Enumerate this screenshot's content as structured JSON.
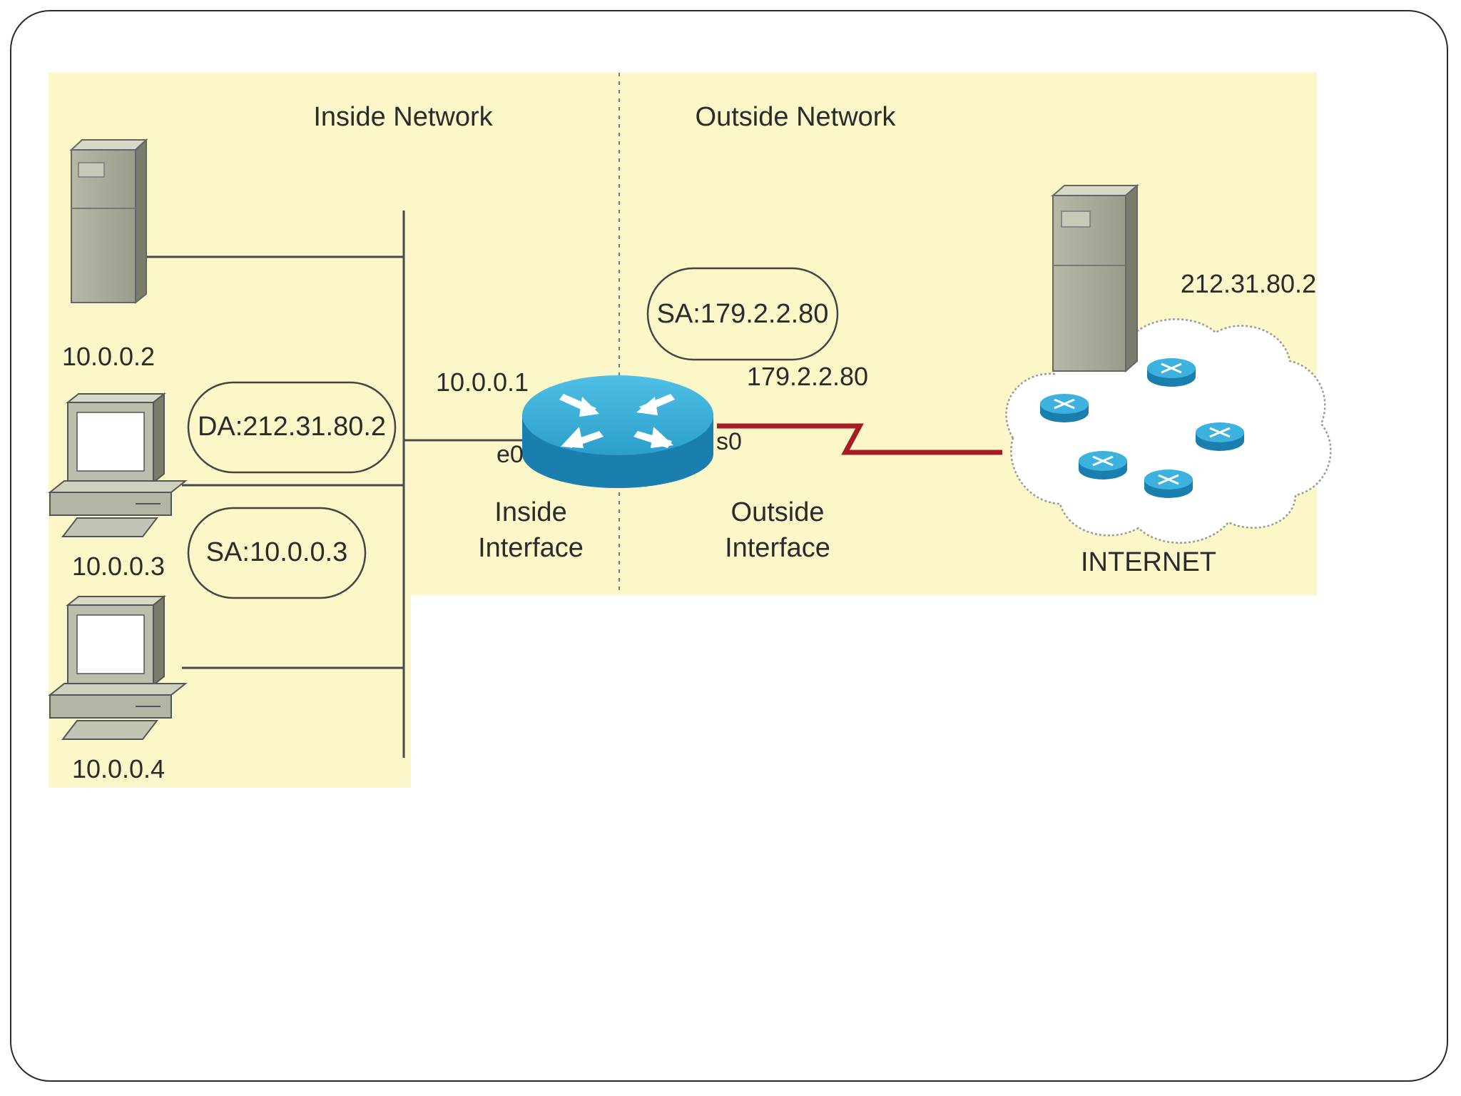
{
  "zones": {
    "inside_title": "Inside Network",
    "outside_title": "Outside Network"
  },
  "hosts": {
    "server_inside_ip": "10.0.0.2",
    "pc1_ip": "10.0.0.3",
    "pc2_ip": "10.0.0.4"
  },
  "router": {
    "inside_ip": "10.0.0.1",
    "outside_ip": "179.2.2.80",
    "inside_port": "e0",
    "outside_port": "s0",
    "inside_interface_line1": "Inside",
    "inside_interface_line2": "Interface",
    "outside_interface_line1": "Outside",
    "outside_interface_line2": "Interface"
  },
  "packets": {
    "destination": "DA:212.31.80.2",
    "source_inside": "SA:10.0.0.3",
    "source_outside": "SA:179.2.2.80"
  },
  "internet": {
    "server_ip": "212.31.80.2",
    "label": "INTERNET"
  },
  "colors": {
    "panel": "#fbf7c8",
    "router": "#2a9fcb",
    "serial_link": "#a51c24",
    "line": "#4a4a4a"
  }
}
